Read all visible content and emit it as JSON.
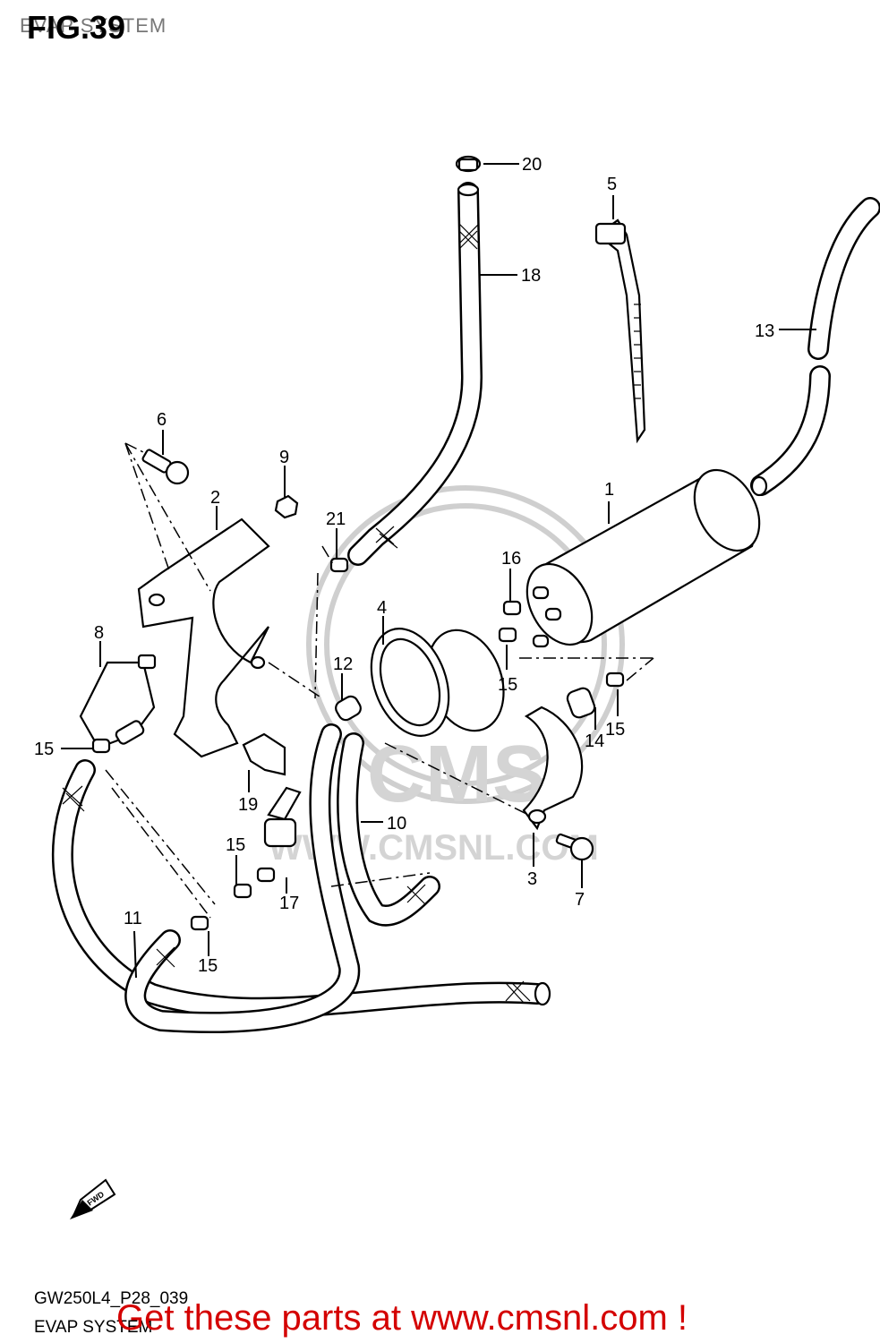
{
  "header": {
    "figure_label": "FIG.39",
    "subtitle": "EVAP SYSTEM"
  },
  "watermark": {
    "brand": "CMS",
    "url": "WWW.CMSNL.COM"
  },
  "callouts": [
    "1",
    "2",
    "3",
    "4",
    "5",
    "6",
    "7",
    "8",
    "9",
    "10",
    "11",
    "12",
    "13",
    "14",
    "15",
    "15",
    "15",
    "15",
    "15",
    "16",
    "17",
    "18",
    "19",
    "20",
    "21"
  ],
  "fwd_arrow": {
    "text": "FWD"
  },
  "footer": {
    "diagram_code": "GW250L4_P28_039",
    "title": "EVAP SYSTEM",
    "cta": "Get these parts at www.cmsnl.com !"
  },
  "colors": {
    "cta": "#d40000",
    "line": "#000000",
    "watermark": "#cfcfcf"
  }
}
